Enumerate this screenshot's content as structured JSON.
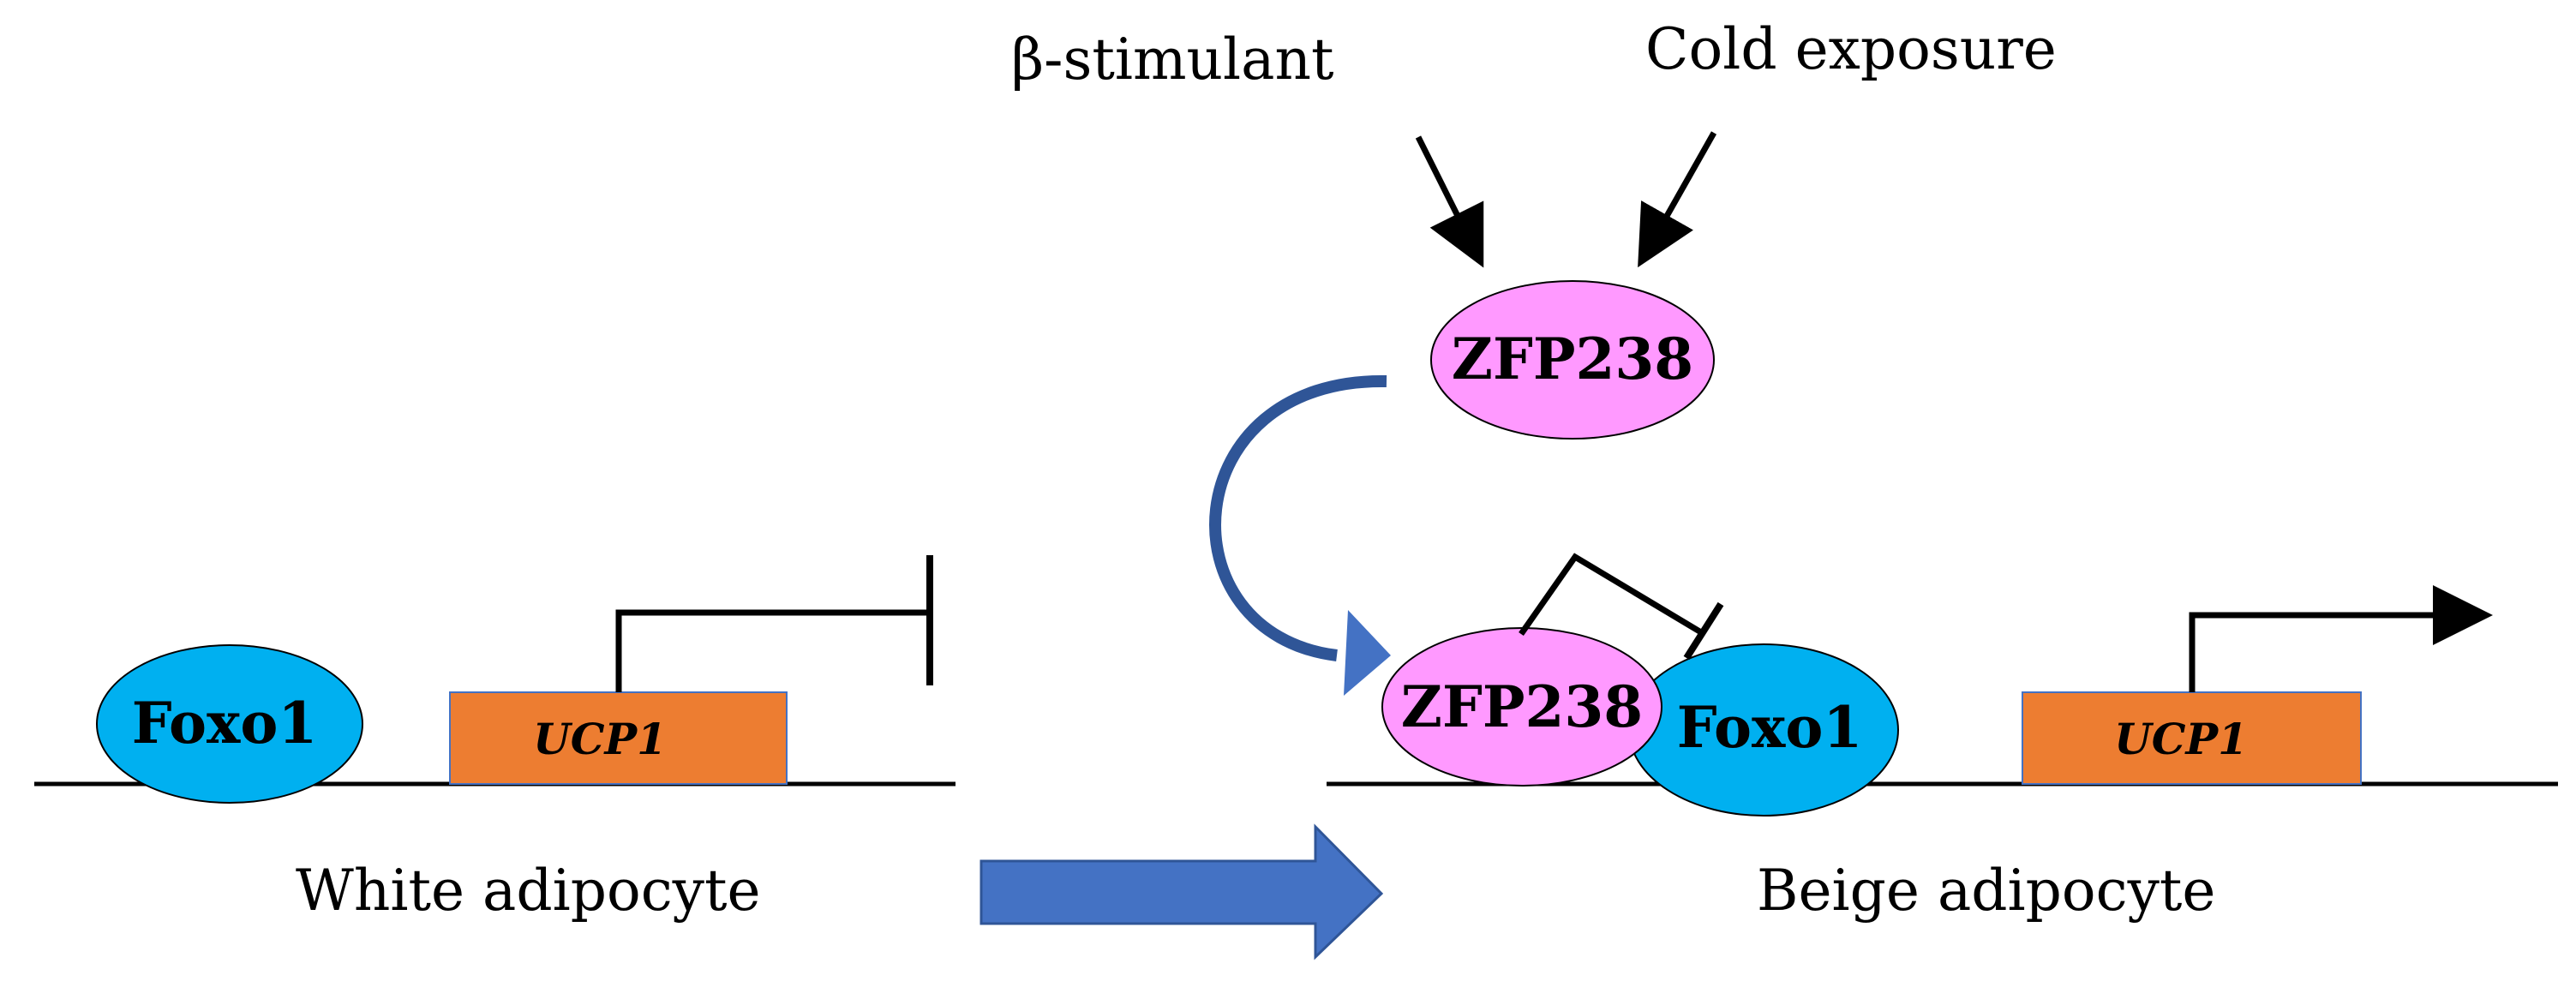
{
  "inputs": {
    "beta_stimulant": "β-stimulant",
    "cold_exposure": "Cold exposure"
  },
  "proteins": {
    "zfp238_top": "ZFP238",
    "zfp238_bound": "ZFP238",
    "foxo1_white": "Foxo1",
    "foxo1_beige": "Foxo1"
  },
  "genes": {
    "ucp1_white": "UCP1",
    "ucp1_beige": "UCP1"
  },
  "cells": {
    "white": "White adipocyte",
    "beige": "Beige adipocyte"
  },
  "colors": {
    "foxo1": "#00B0F0",
    "zfp238": "#FF99FF",
    "ucp1": "#ED7D31",
    "conversion_arrow": "#4472C4",
    "curved_arrow": "#2F5597",
    "line": "#000000"
  }
}
